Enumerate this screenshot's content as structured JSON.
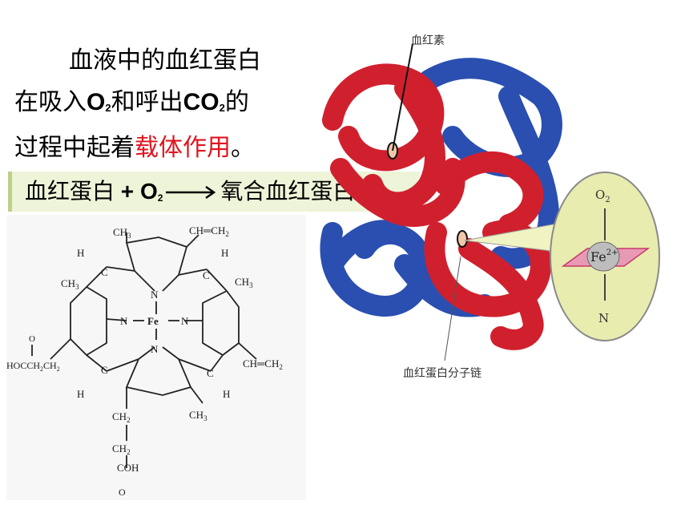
{
  "paragraph": {
    "line1": "血液中的血红蛋白",
    "line2_a": "在吸入",
    "o2_main": "O",
    "o2_sub": "2",
    "line2_b": "和呼出",
    "co2_main": "CO",
    "co2_sub": "2",
    "line2_c": "的",
    "line3_a": "过程中起着",
    "line3_highlight": "载体作用",
    "line3_end": "。"
  },
  "equation": {
    "reactant": "血红蛋白",
    "plus": " + ",
    "o2_main": "O",
    "o2_sub": "2",
    "product": "氧合血红蛋白"
  },
  "heme_structure": {
    "center": "Fe",
    "nitrogen": "N",
    "labels": [
      "CH3",
      "CH=CH2",
      "H",
      "C",
      "HOCCH2CH2",
      "CH2",
      "COH",
      "O"
    ]
  },
  "hemoglobin_figure": {
    "top_label": "血红素",
    "bottom_label": "血红蛋白分子链",
    "inset_o2": "O2",
    "inset_fe": "Fe",
    "inset_charge": "2+",
    "inset_n": "N"
  },
  "colors": {
    "highlight": "#e0141e",
    "protein_red": "#d0202e",
    "protein_blue": "#2a4fb0",
    "inset_bg": "#e8ecae",
    "equation_bg": "#eef4d8"
  }
}
